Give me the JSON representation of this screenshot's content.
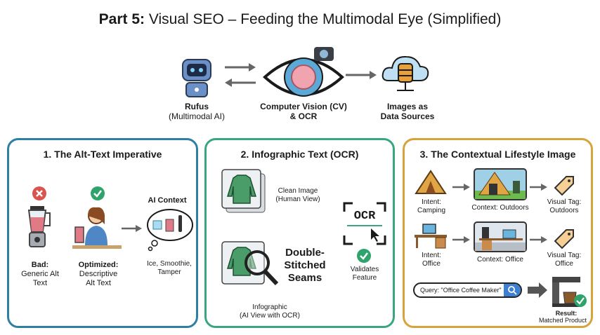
{
  "title": {
    "prefix": "Part 5:",
    "text": "Visual SEO – Feeding the Multimodal Eye (Simplified)"
  },
  "flow": {
    "rufus": {
      "name": "Rufus",
      "sub": "(Multimodal AI)"
    },
    "cv": {
      "name": "Computer Vision (CV)",
      "sub": "& OCR"
    },
    "images": {
      "name": "Images as",
      "sub": "Data Sources"
    }
  },
  "panel1": {
    "title": "1. The Alt-Text Imperative",
    "bad": {
      "l1": "Bad:",
      "l2": "Generic Alt",
      "l3": "Text"
    },
    "good": {
      "l1": "Optimized:",
      "l2": "Descriptive",
      "l3": "Alt Text"
    },
    "ai_context": "AI Context",
    "context_items": {
      "l1": "Ice, Smoothie,",
      "l2": "Tamper"
    },
    "border_color": "#2f7fa3"
  },
  "panel2": {
    "title": "2. Infographic Text (OCR)",
    "clean": {
      "l1": "Clean Image",
      "l2": "(Human View)"
    },
    "overlay": {
      "l1": "Double-",
      "l2": "Stitched",
      "l3": "Seams"
    },
    "infographic": {
      "l1": "Infographic",
      "l2": "(AI View with OCR)"
    },
    "ocr_label": "OCR",
    "validates": {
      "l1": "Validates",
      "l2": "Feature"
    },
    "border_color": "#3aa57f"
  },
  "panel3": {
    "title": "3. The Contextual Lifestyle Image",
    "row1": {
      "intent": {
        "l1": "Intent:",
        "l2": "Camping"
      },
      "context": "Context: Outdoors",
      "tag": {
        "l1": "Visual Tag:",
        "l2": "Outdoors"
      }
    },
    "row2": {
      "intent": {
        "l1": "Intent:",
        "l2": "Office"
      },
      "context": "Context: Office",
      "tag": {
        "l1": "Visual Tag:",
        "l2": "Office"
      }
    },
    "query": "Query: \"Office Coffee Maker\"",
    "result": {
      "l1": "Result:",
      "l2": "Matched Product"
    },
    "border_color": "#d6a33c"
  }
}
